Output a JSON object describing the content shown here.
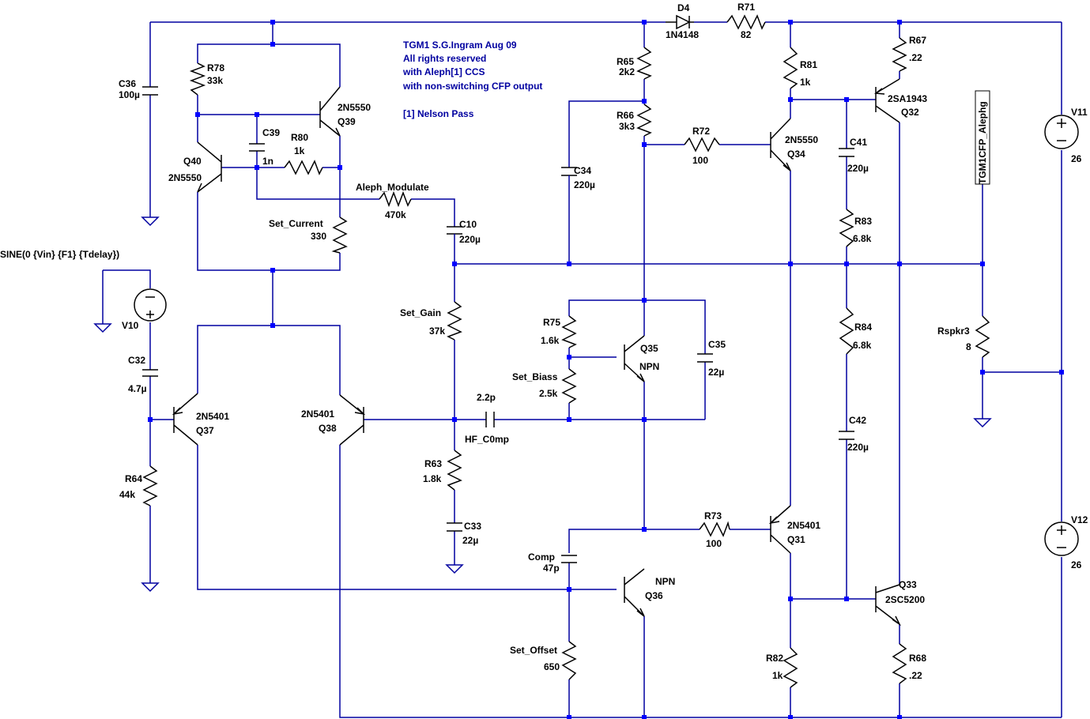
{
  "notes": {
    "title_line1": "TGM1  S.G.Ingram Aug 09",
    "title_line2": " All rights reserved",
    "title_line3": "with Aleph[1] CCS",
    "title_line4": "with non-switching CFP output",
    "title_line5": "[1] Nelson Pass"
  },
  "spice_source": "SINE(0 {Vin} {F1} {Tdelay})",
  "net_labels": {
    "aleph_modulate": "Aleph_Modulate",
    "set_current": "Set_Current",
    "set_gain": "Set_Gain",
    "set_biass": "Set_Biass",
    "hf_comp": "HF_C0mp",
    "comp": "Comp",
    "set_offset": "Set_Offset",
    "output_node": "TGM1CFP_Alephg"
  },
  "components": {
    "c36": {
      "ref": "C36",
      "value": "100µ"
    },
    "r78": {
      "ref": "R78",
      "value": "33k"
    },
    "q39": {
      "ref": "Q39",
      "model": "2N5550"
    },
    "c39": {
      "ref": "C39",
      "value": "1n"
    },
    "r80": {
      "ref": "R80",
      "value": "1k"
    },
    "q40": {
      "ref": "Q40",
      "model": "2N5550"
    },
    "r_set_current": {
      "value": "330"
    },
    "r_aleph": {
      "value": "470k"
    },
    "c10": {
      "ref": "C10",
      "value": "220µ"
    },
    "v10": {
      "ref": "V10"
    },
    "c32": {
      "ref": "C32",
      "value": "4.7µ"
    },
    "q37": {
      "ref": "Q37",
      "model": "2N5401"
    },
    "q38": {
      "ref": "Q38",
      "model": "2N5401"
    },
    "r64": {
      "ref": "R64",
      "value": "44k"
    },
    "r_set_gain": {
      "value": "37k"
    },
    "hf_cap": {
      "value": "2.2p"
    },
    "r63": {
      "ref": "R63",
      "value": "1.8k"
    },
    "c33": {
      "ref": "C33",
      "value": "22µ"
    },
    "d4": {
      "ref": "D4",
      "model": "1N4148"
    },
    "r71": {
      "ref": "R71",
      "value": "82"
    },
    "r65": {
      "ref": "R65",
      "value": "2k2"
    },
    "r66": {
      "ref": "R66",
      "value": "3k3"
    },
    "c34": {
      "ref": "C34",
      "value": "220µ"
    },
    "r72": {
      "ref": "R72",
      "value": "100"
    },
    "r81": {
      "ref": "R81",
      "value": "1k"
    },
    "q34": {
      "ref": "Q34",
      "model": "2N5550"
    },
    "r67": {
      "ref": "R67",
      "value": ".22"
    },
    "q32": {
      "ref": "Q32",
      "model": "2SA1943"
    },
    "c41": {
      "ref": "C41",
      "value": "220µ"
    },
    "r83": {
      "ref": "R83",
      "value": "6.8k"
    },
    "r84": {
      "ref": "R84",
      "value": "6.8k"
    },
    "c42": {
      "ref": "C42",
      "value": "220µ"
    },
    "r75": {
      "ref": "R75",
      "value": "1.6k"
    },
    "q35": {
      "ref": "Q35",
      "model": "NPN"
    },
    "c35": {
      "ref": "C35",
      "value": "22µ"
    },
    "r_set_biass": {
      "value": "2.5k"
    },
    "r73": {
      "ref": "R73",
      "value": "100"
    },
    "q31": {
      "ref": "Q31",
      "model": "2N5401"
    },
    "c_comp": {
      "value": "47p"
    },
    "q36": {
      "ref": "Q36",
      "model": "NPN"
    },
    "r_set_offset": {
      "value": "650"
    },
    "r82": {
      "ref": "R82",
      "value": "1k"
    },
    "q33": {
      "ref": "Q33",
      "model": "2SC5200"
    },
    "r68": {
      "ref": "R68",
      "value": ".22"
    },
    "rspkr3": {
      "ref": "Rspkr3",
      "value": "8"
    },
    "v11": {
      "ref": "V11",
      "value": "26"
    },
    "v12": {
      "ref": "V12",
      "value": "26"
    }
  },
  "colors": {
    "wire": "#0000a0",
    "junction": "#0000ff",
    "component": "#000000",
    "note": "#0000a0"
  }
}
